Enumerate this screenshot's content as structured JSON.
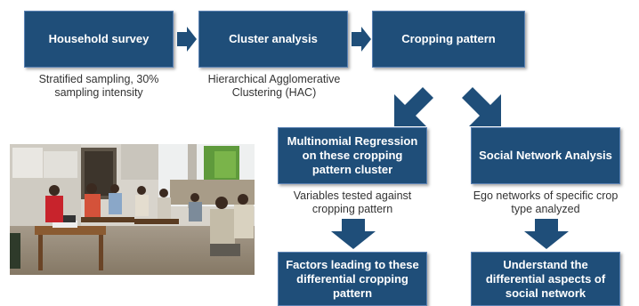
{
  "flow": {
    "top": [
      {
        "label": "Household survey",
        "caption": "Stratified sampling, 30% sampling intensity"
      },
      {
        "label": "Cluster analysis",
        "caption": "Hierarchical Agglomerative Clustering (HAC)"
      },
      {
        "label": "Cropping pattern",
        "caption": ""
      }
    ],
    "left_branch": {
      "label": "Multinomial Regression on these cropping pattern cluster",
      "caption": "Variables tested against cropping pattern",
      "result": "Factors leading to these differential cropping pattern"
    },
    "right_branch": {
      "label": "Social Network Analysis",
      "caption": "Ego networks of specific crop type analyzed",
      "result": "Understand the differential aspects of social network"
    }
  },
  "colors": {
    "box_fill": "#1f4e79",
    "box_border": "#5b82b4",
    "arrow_fill": "#1f4e79",
    "box_text": "#ffffff",
    "caption_text": "#333333"
  },
  "photo": {
    "subject": "group-meeting-photo"
  }
}
